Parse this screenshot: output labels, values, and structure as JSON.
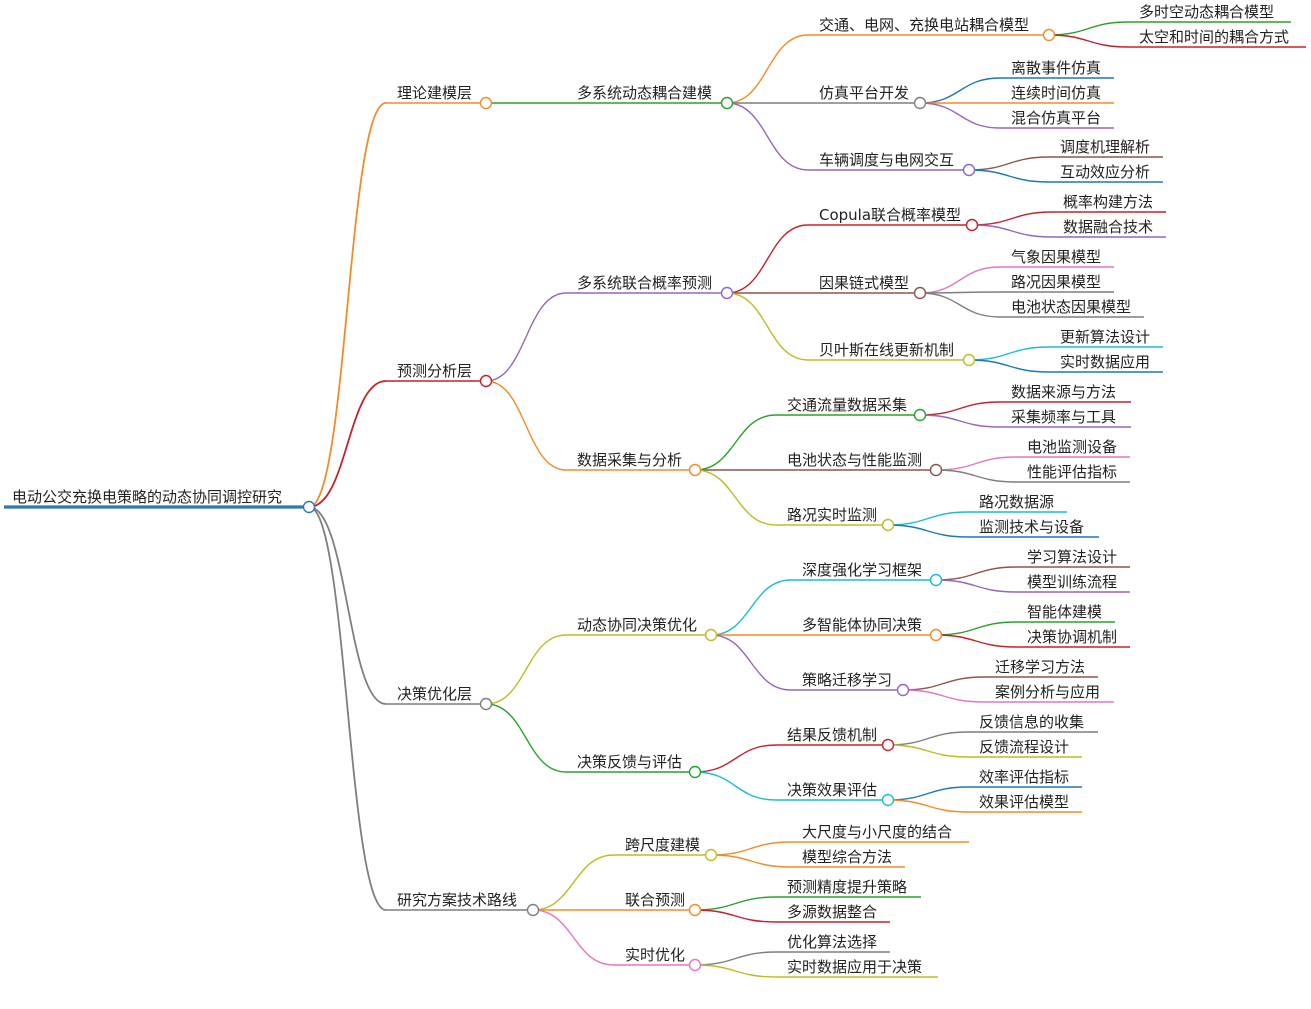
{
  "colors": {
    "root": "#2f78b4",
    "orange": "#f28c28",
    "green": "#2ca02c",
    "red": "#c8202a",
    "purple": "#9467bd",
    "gray": "#7f7f7f",
    "blue": "#1f77b4",
    "brown": "#8c564b",
    "pink": "#e377c2",
    "olive": "#bcbd22",
    "cyan": "#17becf"
  },
  "root": {
    "label": "电动公交充换电策略的动态协同调控研究",
    "children": [
      {
        "label": "理论建模层",
        "children": [
          {
            "label": "多系统动态耦合建模",
            "children": [
              {
                "label": "交通、电网、充换电站耦合模型",
                "children": [
                  {
                    "label": "多时空动态耦合模型"
                  },
                  {
                    "label": "太空和时间的耦合方式"
                  }
                ]
              },
              {
                "label": "仿真平台开发",
                "children": [
                  {
                    "label": "离散事件仿真"
                  },
                  {
                    "label": "连续时间仿真"
                  },
                  {
                    "label": "混合仿真平台"
                  }
                ]
              },
              {
                "label": "车辆调度与电网交互",
                "children": [
                  {
                    "label": "调度机理解析"
                  },
                  {
                    "label": "互动效应分析"
                  }
                ]
              }
            ]
          }
        ]
      },
      {
        "label": "预测分析层",
        "children": [
          {
            "label": "多系统联合概率预测",
            "children": [
              {
                "label": "Copula联合概率模型",
                "children": [
                  {
                    "label": "概率构建方法"
                  },
                  {
                    "label": "数据融合技术"
                  }
                ]
              },
              {
                "label": "因果链式模型",
                "children": [
                  {
                    "label": "气象因果模型"
                  },
                  {
                    "label": "路况因果模型"
                  },
                  {
                    "label": "电池状态因果模型"
                  }
                ]
              },
              {
                "label": "贝叶斯在线更新机制",
                "children": [
                  {
                    "label": "更新算法设计"
                  },
                  {
                    "label": "实时数据应用"
                  }
                ]
              }
            ]
          },
          {
            "label": "数据采集与分析",
            "children": [
              {
                "label": "交通流量数据采集",
                "children": [
                  {
                    "label": "数据来源与方法"
                  },
                  {
                    "label": "采集频率与工具"
                  }
                ]
              },
              {
                "label": "电池状态与性能监测",
                "children": [
                  {
                    "label": "电池监测设备"
                  },
                  {
                    "label": "性能评估指标"
                  }
                ]
              },
              {
                "label": "路况实时监测",
                "children": [
                  {
                    "label": "路况数据源"
                  },
                  {
                    "label": "监测技术与设备"
                  }
                ]
              }
            ]
          }
        ]
      },
      {
        "label": "决策优化层",
        "children": [
          {
            "label": "动态协同决策优化",
            "children": [
              {
                "label": "深度强化学习框架",
                "children": [
                  {
                    "label": "学习算法设计"
                  },
                  {
                    "label": "模型训练流程"
                  }
                ]
              },
              {
                "label": "多智能体协同决策",
                "children": [
                  {
                    "label": "智能体建模"
                  },
                  {
                    "label": "决策协调机制"
                  }
                ]
              },
              {
                "label": "策略迁移学习",
                "children": [
                  {
                    "label": "迁移学习方法"
                  },
                  {
                    "label": "案例分析与应用"
                  }
                ]
              }
            ]
          },
          {
            "label": "决策反馈与评估",
            "children": [
              {
                "label": "结果反馈机制",
                "children": [
                  {
                    "label": "反馈信息的收集"
                  },
                  {
                    "label": "反馈流程设计"
                  }
                ]
              },
              {
                "label": "决策效果评估",
                "children": [
                  {
                    "label": "效率评估指标"
                  },
                  {
                    "label": "效果评估模型"
                  }
                ]
              }
            ]
          }
        ]
      },
      {
        "label": "研究方案技术路线",
        "children": [
          {
            "label": "跨尺度建模",
            "children": [
              {
                "label": "大尺度与小尺度的结合"
              },
              {
                "label": "模型综合方法"
              }
            ]
          },
          {
            "label": "联合预测",
            "children": [
              {
                "label": "预测精度提升策略"
              },
              {
                "label": "多源数据整合"
              }
            ]
          },
          {
            "label": "实时优化",
            "children": [
              {
                "label": "优化算法选择"
              },
              {
                "label": "实时数据应用于决策"
              }
            ]
          }
        ]
      }
    ]
  }
}
